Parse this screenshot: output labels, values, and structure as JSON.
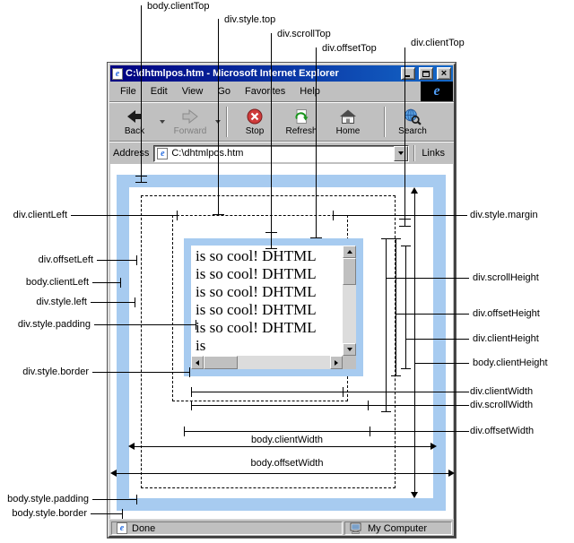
{
  "annotations": {
    "body_clientTop": "body.clientTop",
    "div_style_top": "div.style.top",
    "div_scrollTop": "div.scrollTop",
    "div_offsetTop": "div.offsetTop",
    "div_clientTop": "div.clientTop",
    "div_clientLeft": "div.clientLeft",
    "div_offsetLeft": "div.offsetLeft",
    "body_clientLeft": "body.clientLeft",
    "div_style_left": "div.style.left",
    "div_style_padding": "div.style.padding",
    "div_style_border": "div.style.border",
    "div_style_margin": "div.style.margin",
    "div_scrollHeight": "div.scrollHeight",
    "div_offsetHeight": "div.offsetHeight",
    "div_clientHeight": "div.clientHeight",
    "body_clientHeight": "body.clientHeight",
    "div_clientWidth": "div.clientWidth",
    "div_scrollWidth": "div.scrollWidth",
    "div_offsetWidth": "div.offsetWidth",
    "body_clientWidth": "body.clientWidth",
    "body_offsetWidth": "body.offsetWidth",
    "body_style_padding": "body.style.padding",
    "body_style_border": "body.style.border"
  },
  "browser": {
    "title": "C:\\dhtmlpos.htm - Microsoft Internet Explorer",
    "menu": {
      "file": "File",
      "edit": "Edit",
      "view": "View",
      "go": "Go",
      "favorites": "Favorites",
      "help": "Help"
    },
    "toolbar": {
      "back": "Back",
      "forward": "Forward",
      "stop": "Stop",
      "refresh": "Refresh",
      "home": "Home",
      "search": "Search"
    },
    "address": {
      "label": "Address",
      "value": "C:\\dhtmlpos.htm",
      "links": "Links"
    },
    "status": {
      "left": "Done",
      "right": "My Computer"
    },
    "content_text": "is so cool! DHTML is so cool! DHTML is so cool! DHTML is so cool! DHTML is so cool! DHTML is"
  },
  "icons": {
    "close_glyph": "×",
    "ie_logo_glyph": "e",
    "page_glyph": "e"
  },
  "colors": {
    "body_border": "#a7cbf0",
    "titlebar_gradient_start": "#000080",
    "titlebar_gradient_end": "#1469c8",
    "chrome": "#c0c0c0"
  }
}
